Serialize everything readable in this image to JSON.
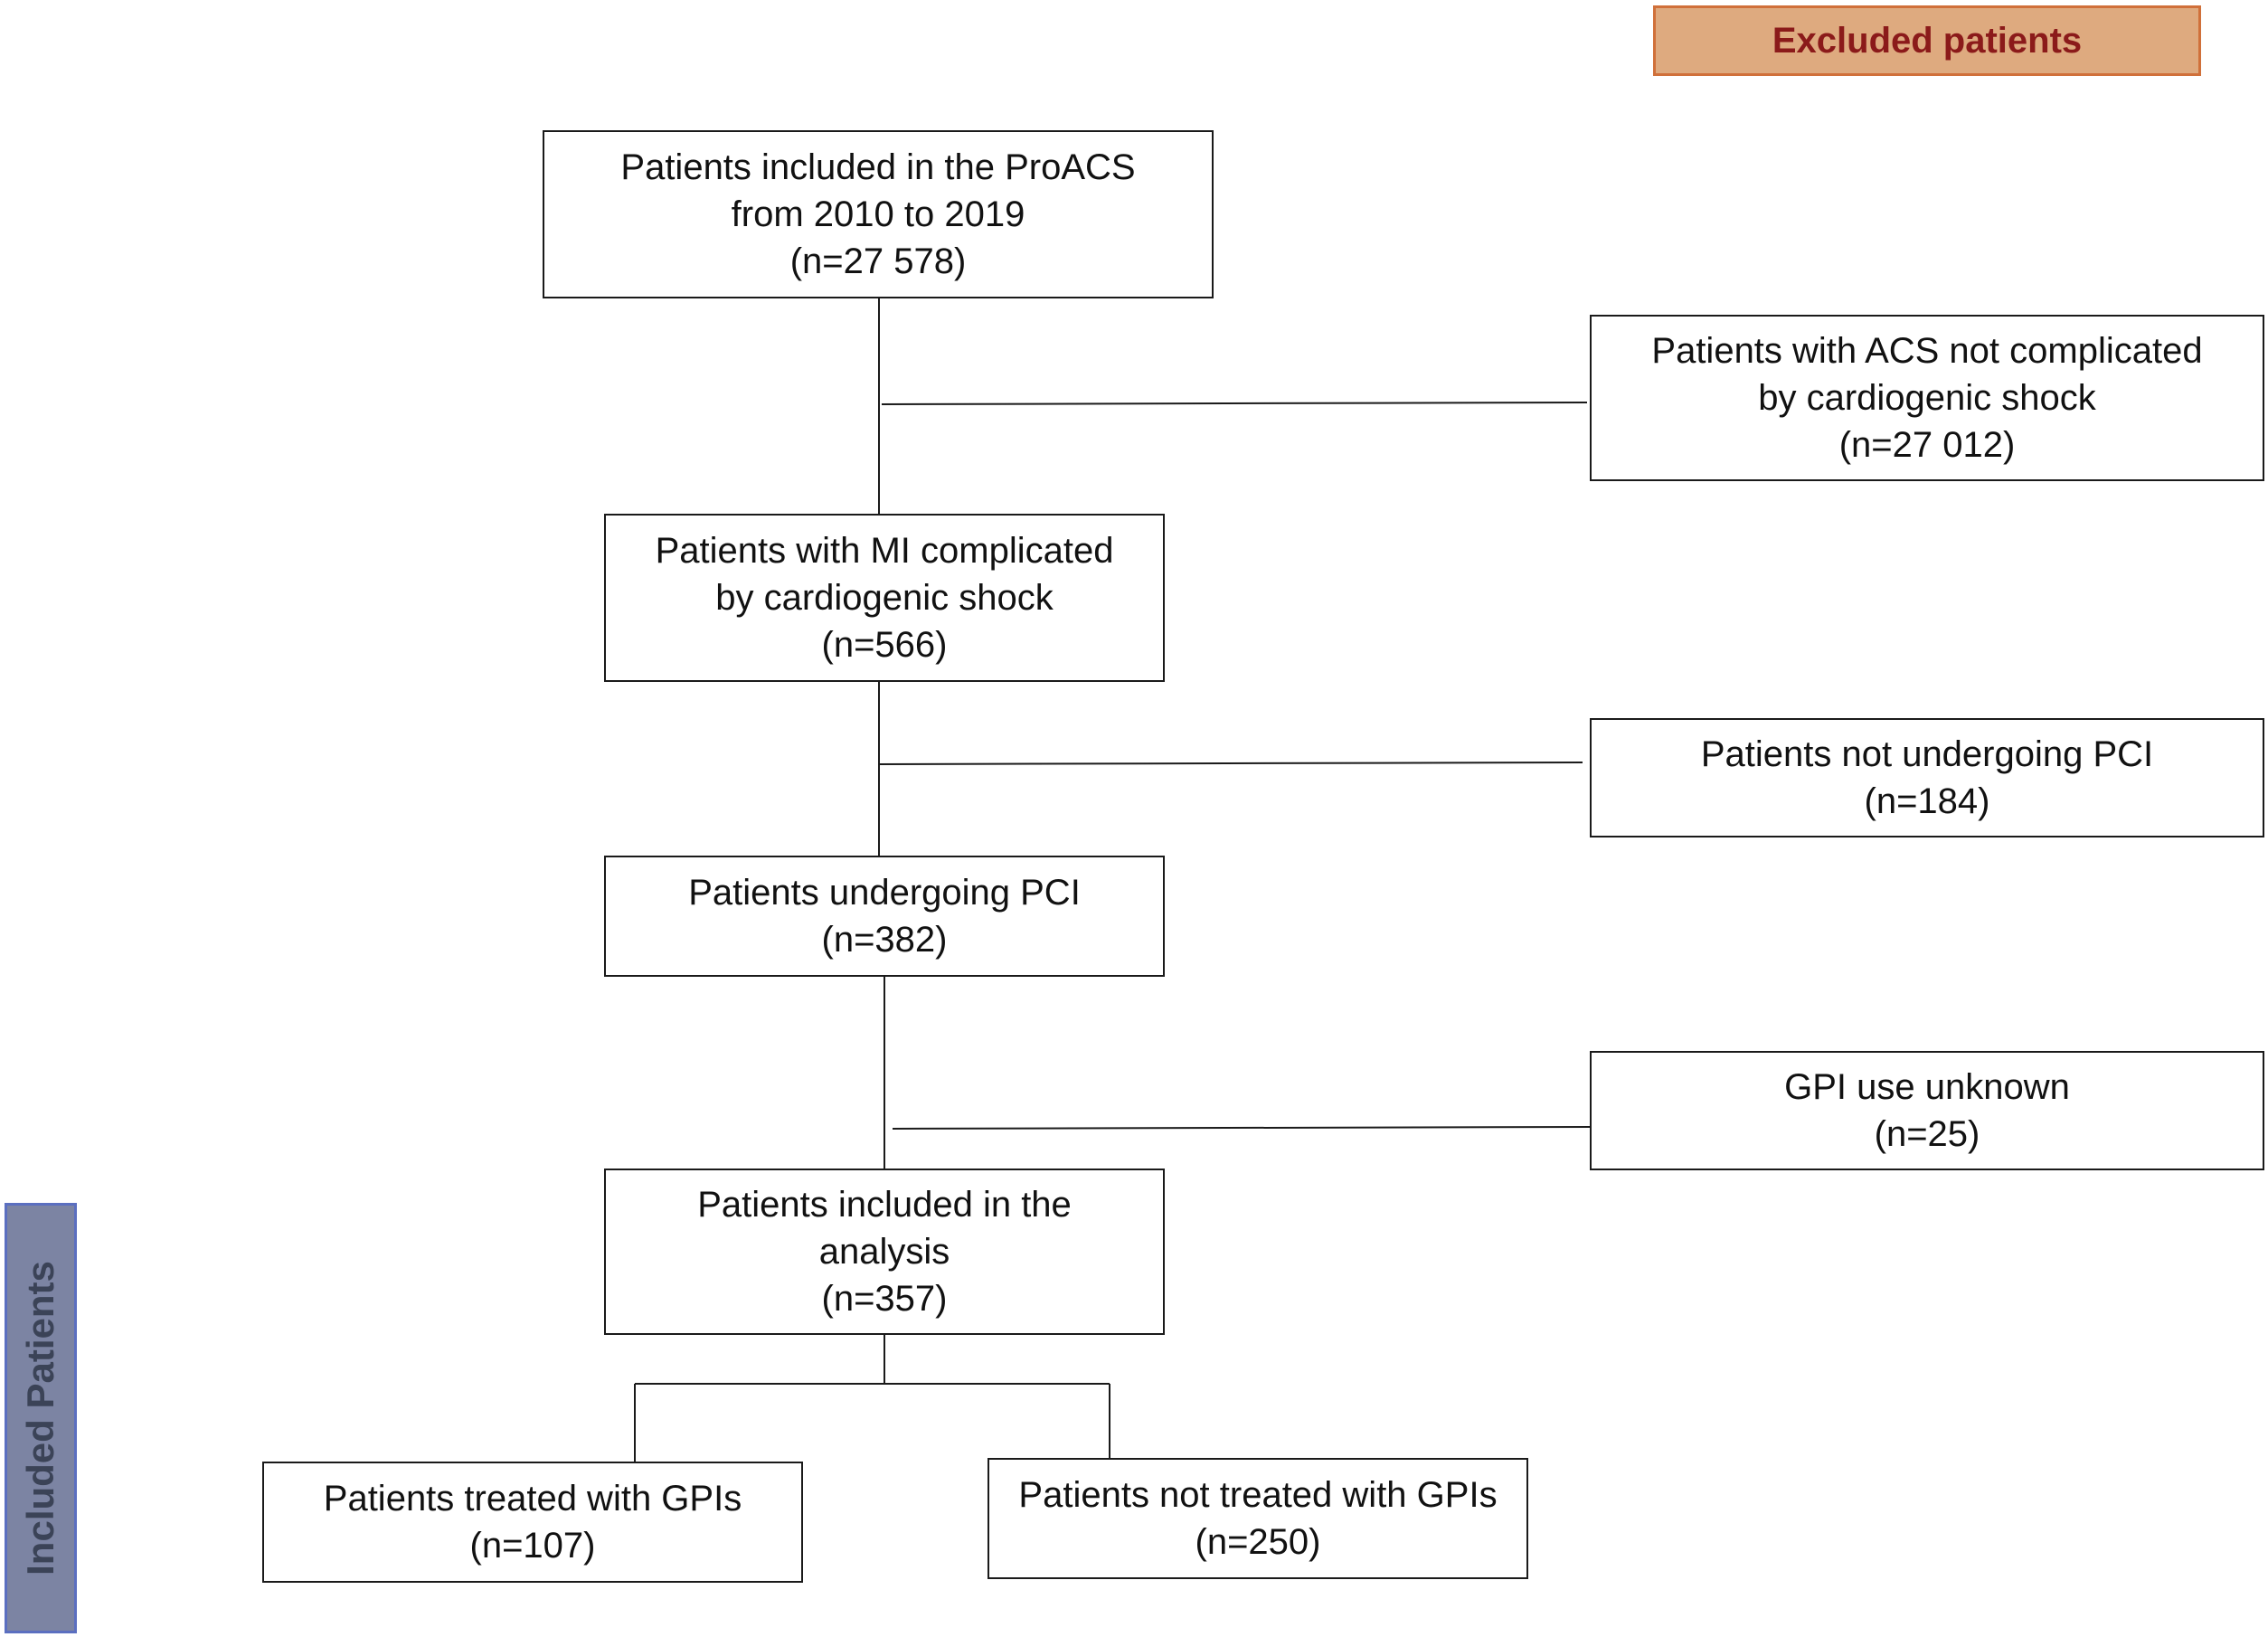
{
  "headers": {
    "excluded": "Excluded patients",
    "included": "Included Patients"
  },
  "boxes": {
    "proacs": {
      "lines": [
        "Patients included in the ProACS",
        "from 2010 to 2019"
      ],
      "count": "(n=27 578)"
    },
    "acs_not_complicated": {
      "lines": [
        "Patients with ACS not complicated",
        "by cardiogenic shock"
      ],
      "count": "(n=27 012)"
    },
    "mi_shock": {
      "lines": [
        "Patients with MI complicated",
        "by cardiogenic shock"
      ],
      "count": "(n=566)"
    },
    "not_pci": {
      "lines": [
        "Patients not undergoing PCI"
      ],
      "count": "(n=184)"
    },
    "pci": {
      "lines": [
        "Patients undergoing PCI"
      ],
      "count": "(n=382)"
    },
    "gpi_unknown": {
      "lines": [
        "GPI use unknown"
      ],
      "count": "(n=25)"
    },
    "analysis": {
      "lines": [
        "Patients included in the",
        "analysis"
      ],
      "count": "(n=357)"
    },
    "gpi_treated": {
      "lines": [
        "Patients treated with GPIs"
      ],
      "count": "(n=107)"
    },
    "gpi_not_treated": {
      "lines": [
        "Patients not treated with GPIs"
      ],
      "count": "(n=250)"
    }
  },
  "colors": {
    "excluded_fill": "#deaa7f",
    "excluded_border": "#d0703a",
    "excluded_text": "#8b1a1a",
    "included_fill": "#7c84a3",
    "included_border": "#5b6fc0",
    "included_text": "#3b4357",
    "line": "#1a1a1a"
  }
}
